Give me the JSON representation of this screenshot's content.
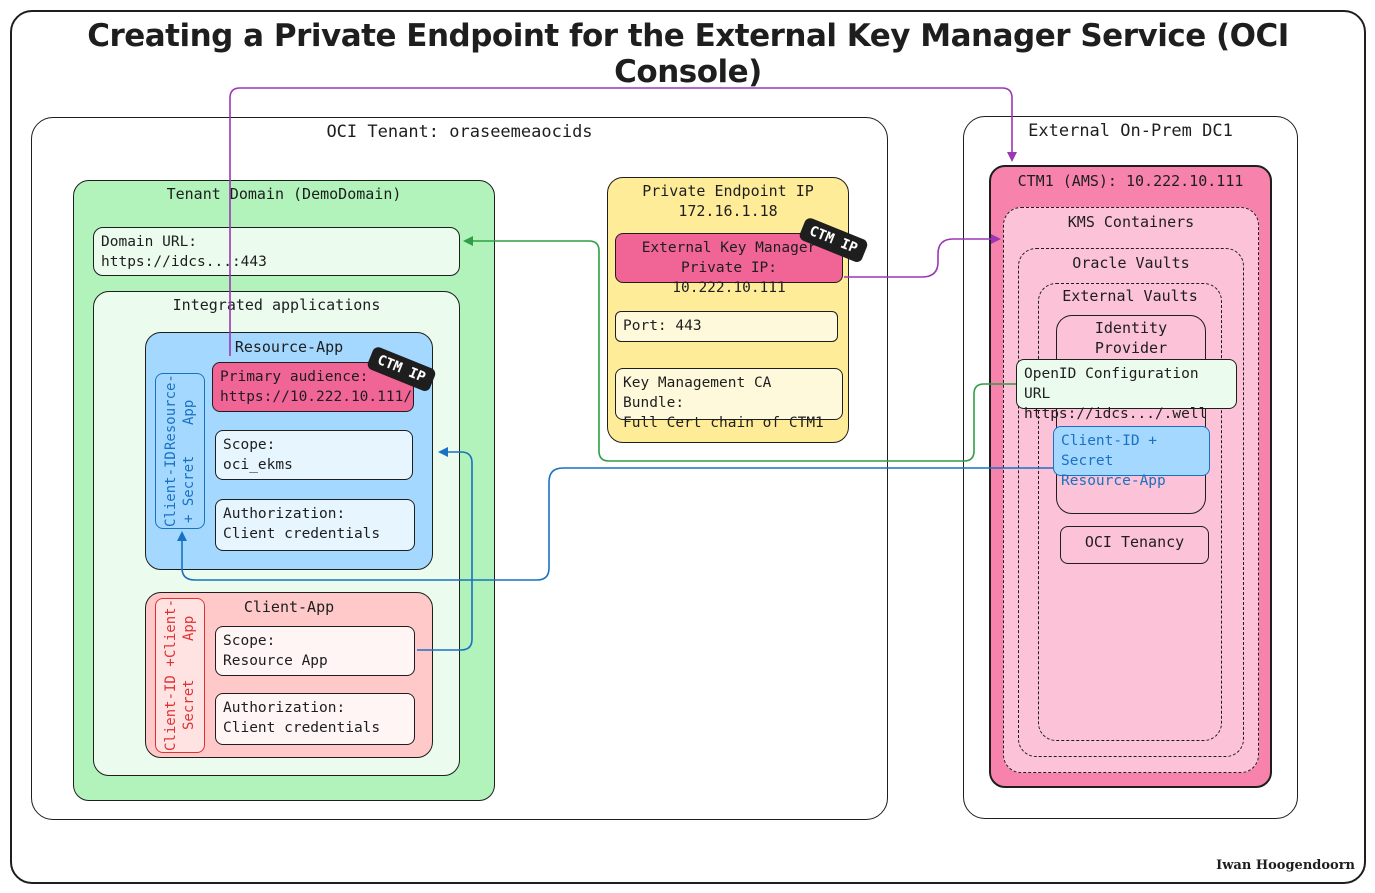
{
  "title": "Creating a Private Endpoint for the External Key Manager Service (OCI Console)",
  "author": "Iwan Hoogendoorn",
  "colors": {
    "tenant_domain": "#b2f2bb",
    "integrated_apps": "#ebfbee",
    "resource_app": "#a5d8ff",
    "client_app": "#ffc9c9",
    "endpoint": "#ffec99",
    "ctm": "#f783ac",
    "kms": "#fcc2d7",
    "arrow_purple": "#9c36b5",
    "arrow_green": "#2f9e44",
    "arrow_blue": "#1971c2",
    "client_red": "#e03131"
  },
  "oci_tenant": {
    "label": "OCI Tenant: oraseemeaocids",
    "tenant_domain": {
      "label": "Tenant Domain (DemoDomain)",
      "domain_url": {
        "line1": "Domain URL:",
        "line2": "https://idcs...:443"
      },
      "integrated_apps": {
        "label": "Integrated applications",
        "resource_app": {
          "label": "Resource-App",
          "client_secret": {
            "line1": "Client-ID + Secret",
            "line2": "Resource-App"
          },
          "primary_audience": {
            "line1": "Primary audience:",
            "line2": "https://10.222.10.111/"
          },
          "ctm_tag": "CTM IP",
          "scope": {
            "line1": "Scope:",
            "line2": "oci_ekms"
          },
          "authorization": {
            "line1": "Authorization:",
            "line2": "Client credentials"
          }
        },
        "client_app": {
          "label": "Client-App",
          "client_secret": {
            "line1": "Client-ID + Secret",
            "line2": "Client-App"
          },
          "scope": {
            "line1": "Scope:",
            "line2": "Resource App"
          },
          "authorization": {
            "line1": "Authorization:",
            "line2": "Client credentials"
          }
        }
      }
    },
    "private_endpoint": {
      "label_line1": "Private Endpoint IP",
      "label_line2": "172.16.1.18",
      "ekm": {
        "line1": "External Key Manager",
        "line2": "Private IP: 10.222.10.111"
      },
      "ctm_tag": "CTM IP",
      "port": "Port: 443",
      "ca_bundle": {
        "line1": "Key Management CA Bundle:",
        "line2": "Full Cert chain of CTM1"
      }
    }
  },
  "external_dc": {
    "label": "External On-Prem DC1",
    "ctm1": {
      "label": "CTM1 (AMS): 10.222.10.111",
      "kms_containers": "KMS Containers",
      "oracle_vaults": "Oracle Vaults",
      "external_vaults": "External Vaults",
      "identity_provider": {
        "line1": "Identity",
        "line2": "Provider"
      },
      "openid": {
        "line1": "OpenID Configuration URL",
        "line2": "https://idcs.../.well"
      },
      "client_secret": {
        "line1": "Client-ID + Secret",
        "line2": "Resource-App"
      },
      "oci_tenancy": "OCI Tenancy"
    }
  }
}
